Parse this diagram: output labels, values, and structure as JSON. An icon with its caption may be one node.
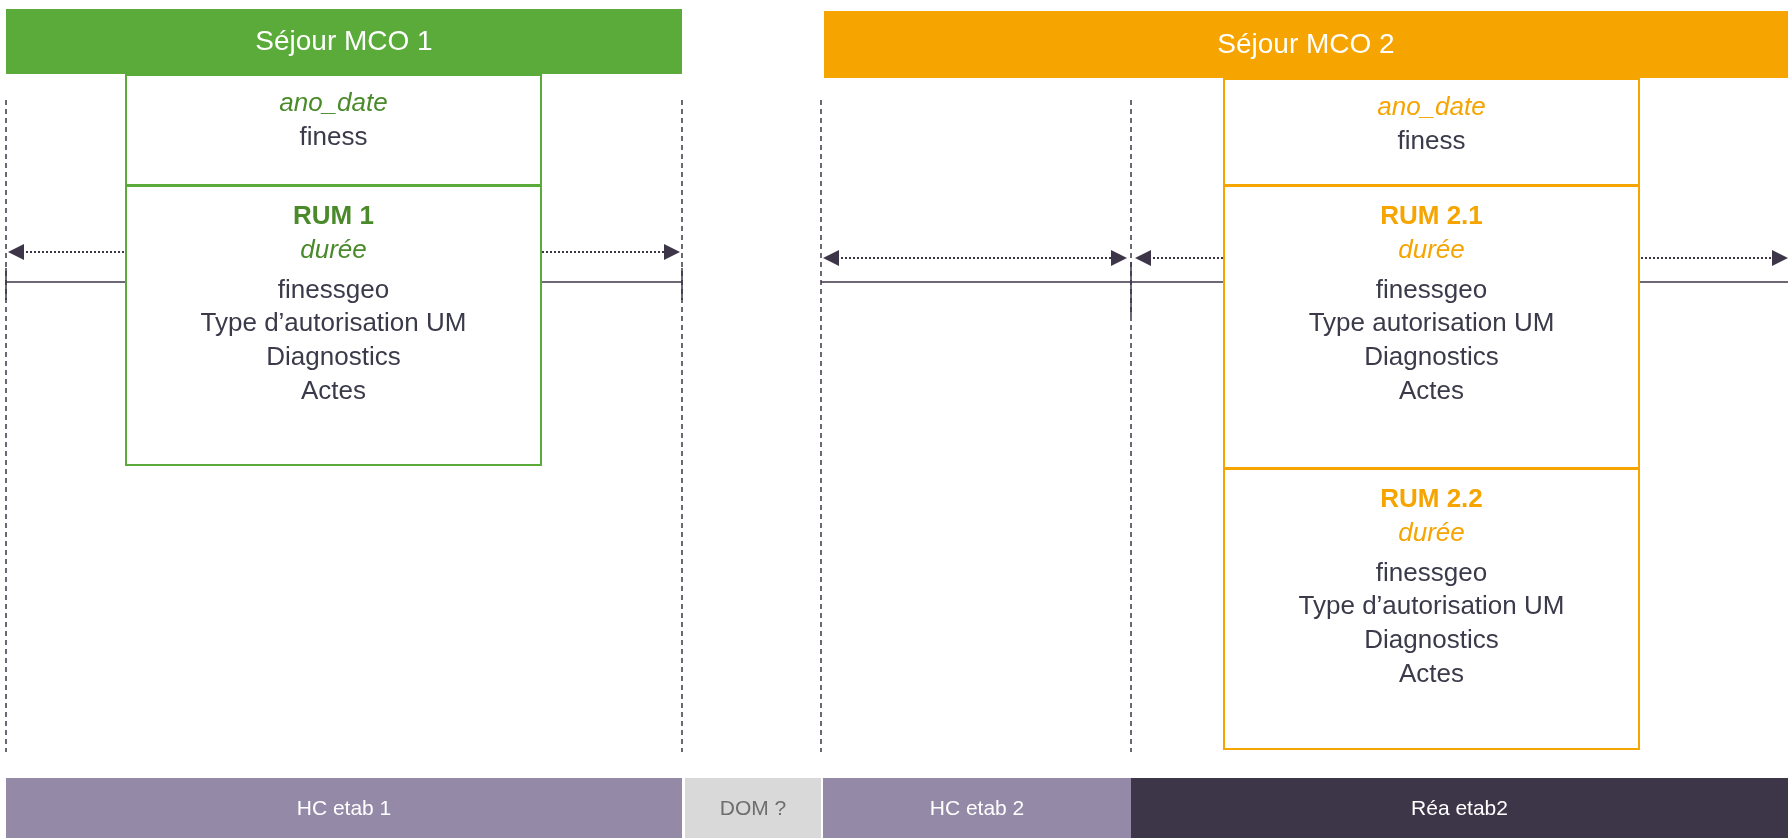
{
  "diagram": {
    "nodes": [
      {
        "text": [
          "Séjour MCO 1"
        ]
      },
      {
        "text": [
          "ano_date",
          "finess"
        ]
      },
      {
        "text": [
          "RUM 1",
          "durée",
          "finessgeo",
          "Type d’autorisation UM",
          "Diagnostics",
          "Actes"
        ]
      },
      {
        "text": [
          "Séjour MCO 2"
        ]
      },
      {
        "text": [
          "ano_date",
          "finess"
        ]
      },
      {
        "text": [
          "RUM 2.1",
          "durée",
          "finessgeo",
          "Type autorisation UM",
          "Diagnostics",
          "Actes"
        ]
      },
      {
        "text": [
          "RUM 2.2",
          "durée",
          "finessgeo",
          "Type d’autorisation UM",
          "Diagnostics",
          "Actes"
        ]
      },
      {
        "text": [
          "HC etab 1"
        ]
      },
      {
        "text": [
          "DOM ?"
        ]
      },
      {
        "text": [
          "HC etab 2"
        ]
      },
      {
        "text": [
          "Réa etab2"
        ]
      }
    ]
  }
}
